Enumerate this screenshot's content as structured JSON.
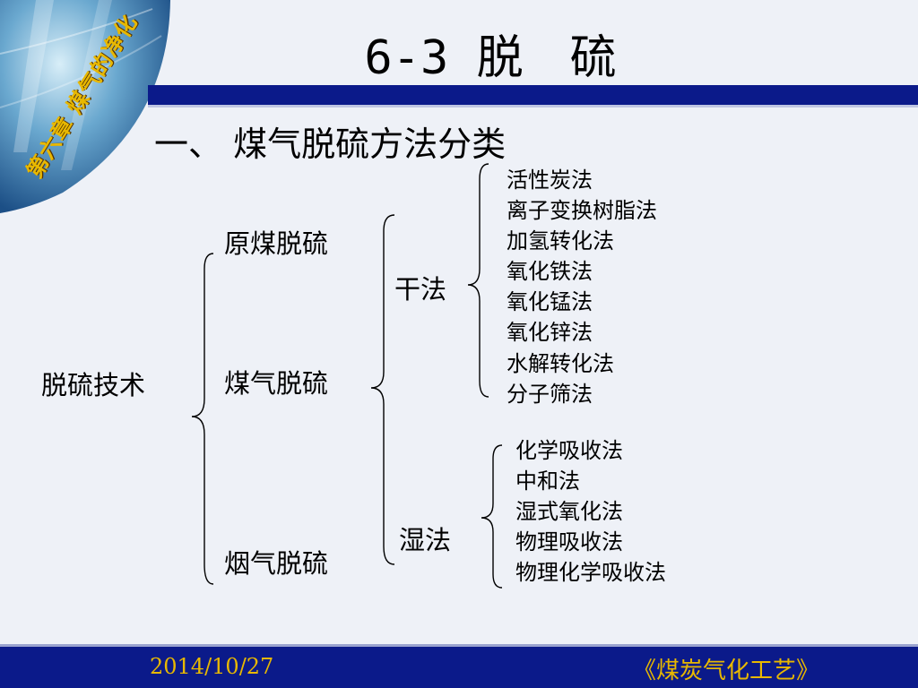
{
  "header": {
    "title": "6-3 脱　硫",
    "corner_label": "第六章 煤气的净化"
  },
  "section": {
    "heading": "一、  煤气脱硫方法分类"
  },
  "tree": {
    "root": "脱硫技术",
    "level1": [
      "原煤脱硫",
      "煤气脱硫",
      "烟气脱硫"
    ],
    "dry": {
      "label": "干法",
      "methods": [
        "活性炭法",
        "离子变换树脂法",
        "加氢转化法",
        "氧化铁法",
        "氧化锰法",
        "氧化锌法",
        "水解转化法",
        "分子筛法"
      ]
    },
    "wet": {
      "label": "湿法",
      "methods": [
        "化学吸收法",
        "中和法",
        "湿式氧化法",
        "物理吸收法",
        "物理化学吸收法"
      ]
    }
  },
  "footer": {
    "date": "2014/10/27",
    "book": "《煤炭气化工艺》"
  },
  "colors": {
    "bar": "#0b1a8a",
    "footer_text": "#e8b800",
    "background": "#eef1f7"
  }
}
